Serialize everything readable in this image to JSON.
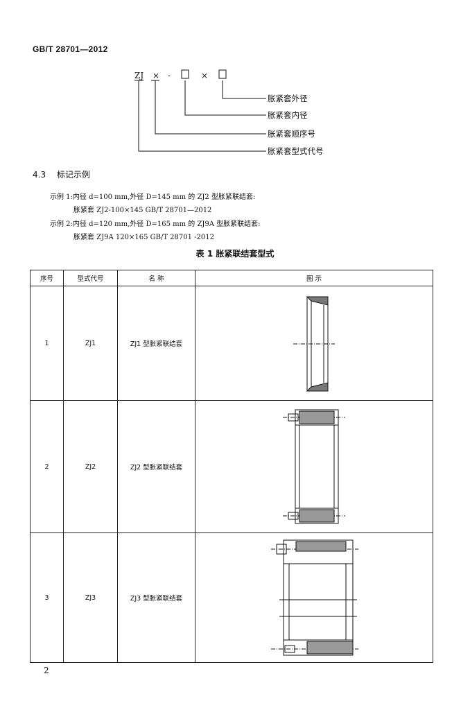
{
  "header": {
    "standard": "GB/T 28701—2012"
  },
  "designation": {
    "prefix": "ZJ",
    "placeholder_x": "×",
    "dash": "-",
    "times": "×",
    "labels": [
      "胀紧套外径",
      "胀紧套内径",
      "胀紧套顺序号",
      "胀紧套型式代号"
    ]
  },
  "section": {
    "number": "4.3",
    "title": "标记示例"
  },
  "examples": [
    {
      "line1": "示例 1:内径 d=100 mm,外径 D=145 mm 的 ZJ2 型胀紧联结套:",
      "line2": "胀紧套 ZJ2-100×145   GB/T 28701—2012"
    },
    {
      "line1": "示例 2:内径 d=120 mm,外径 D=165 mm 的 ZJ9A 型胀紧联结套:",
      "line2": "胀紧套 ZJ9A 120×165   GB/T 28701 -2012"
    }
  ],
  "table": {
    "caption": "表 1   胀紧联结套型式",
    "headers": [
      "序号",
      "型式代号",
      "名    称",
      "图    示"
    ],
    "rows": [
      {
        "no": "1",
        "code": "ZJ1",
        "name": "ZJ1 型胀紧联结套"
      },
      {
        "no": "2",
        "code": "ZJ2",
        "name": "ZJ2 型胀紧联结套"
      },
      {
        "no": "3",
        "code": "ZJ3",
        "name": "ZJ3 型胀紧联结套"
      }
    ]
  },
  "page_number": "2"
}
